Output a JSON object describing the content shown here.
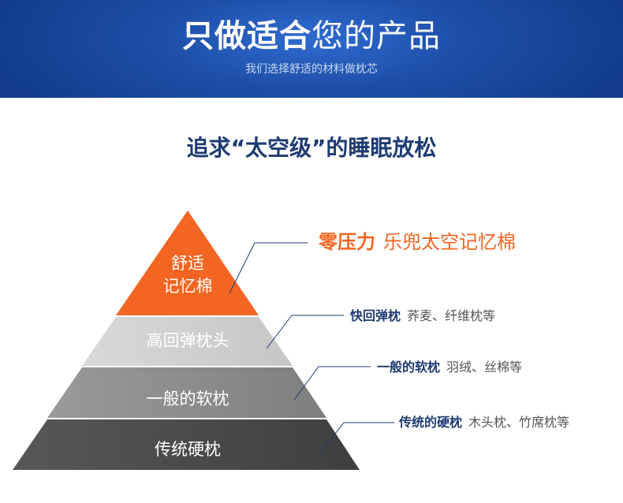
{
  "banner": {
    "title_bold": "只做适合",
    "title_light": "您的产品",
    "subtitle": "我们选择舒适的材料做枕芯"
  },
  "section": {
    "title": "追求“太空级”的睡眠放松"
  },
  "pyramid": {
    "apex_line1": "舒适",
    "apex_line2": "记忆棉",
    "tier2": "高回弹枕头",
    "tier3": "一般的软枕",
    "tier4": "传统硬枕"
  },
  "callouts": [
    {
      "category": "零压力",
      "examples": "乐兜太空记忆棉"
    },
    {
      "category": "快回弹枕",
      "examples": "荞麦、纤维枕等"
    },
    {
      "category": "一般的软枕",
      "examples": "羽绒、丝棉等"
    },
    {
      "category": "传统的硬枕",
      "examples": "木头枕、竹席枕等"
    }
  ],
  "colors": {
    "banner_blue": "#1d4fa8",
    "title_navy": "#1e3b72",
    "accent_orange": "#f26522",
    "tier2_gray": "#cfcfcf",
    "tier3_gray": "#8c8c8c",
    "tier4_gray": "#4a4a4a",
    "line_navy": "#1e3b72"
  }
}
